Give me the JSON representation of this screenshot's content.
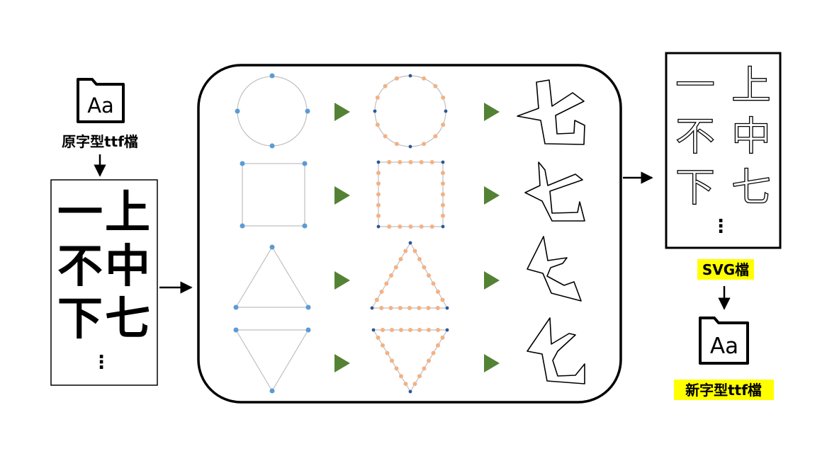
{
  "source_font": {
    "label": "原字型ttf檔",
    "icon": "font-file-icon",
    "icon_text": "Aa"
  },
  "source_glyphs": {
    "chars": [
      "一",
      "上",
      "不",
      "中",
      "下",
      "七"
    ],
    "more": "⋮"
  },
  "process": {
    "rows": [
      {
        "shape": "circle",
        "glyph": "七"
      },
      {
        "shape": "square",
        "glyph": "七"
      },
      {
        "shape": "triangle",
        "glyph": "七"
      },
      {
        "shape": "inverted-triangle",
        "glyph": "七"
      }
    ],
    "arrow_icon": "play-arrow-icon"
  },
  "svg_output": {
    "label": "SVG檔",
    "chars": [
      "一",
      "上",
      "不",
      "中",
      "下",
      "七"
    ],
    "more": "⋮"
  },
  "new_font": {
    "label": "新字型ttf檔",
    "icon": "font-file-icon",
    "icon_text": "Aa"
  },
  "colors": {
    "control_point": "#5b9bd5",
    "anchor_point": "#2f5597",
    "sample_point": "#f4b183",
    "shape_line": "#bfbfbf",
    "arrow_green": "#548235",
    "highlight": "#ffff00"
  }
}
